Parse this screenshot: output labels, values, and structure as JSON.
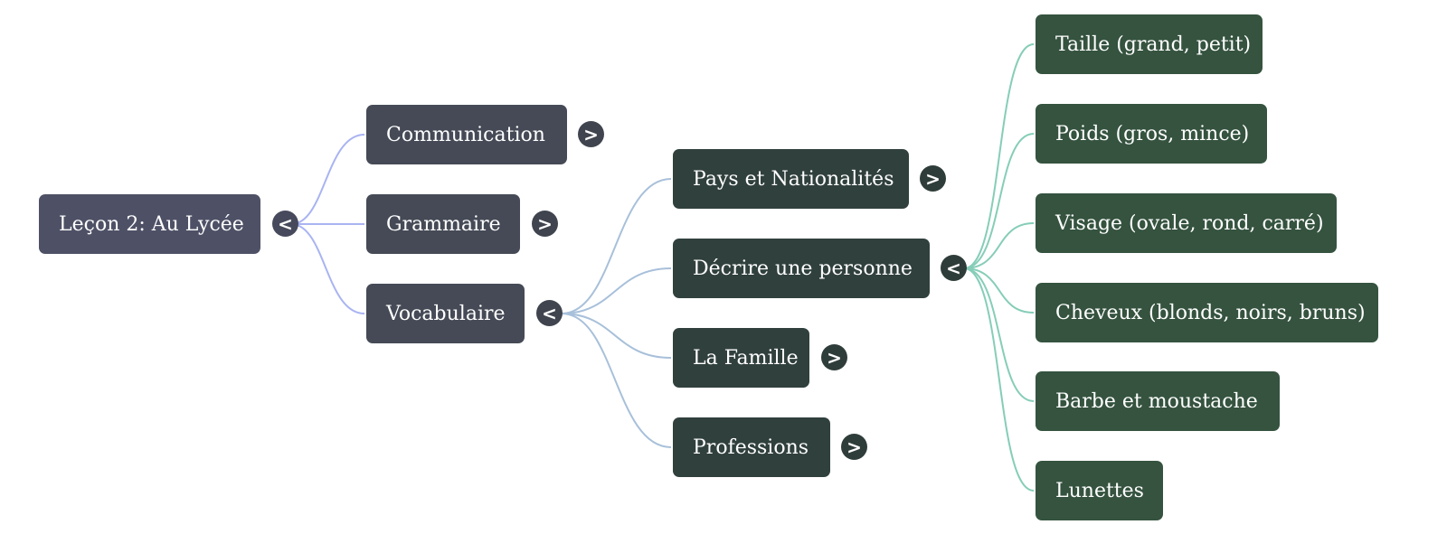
{
  "mindmap": {
    "root": {
      "label": "Leçon 2: Au Lycée",
      "toggle": "<",
      "children": [
        {
          "label": "Communication",
          "toggle": ">"
        },
        {
          "label": "Grammaire",
          "toggle": ">"
        },
        {
          "label": "Vocabulaire",
          "toggle": "<",
          "children": [
            {
              "label": "Pays et Nationalités",
              "toggle": ">"
            },
            {
              "label": "Décrire une personne",
              "toggle": "<",
              "children": [
                {
                  "label": "Taille (grand, petit)"
                },
                {
                  "label": "Poids (gros, mince)"
                },
                {
                  "label": "Visage (ovale, rond, carré)"
                },
                {
                  "label": "Cheveux (blonds, noirs, bruns)"
                },
                {
                  "label": "Barbe et moustache"
                },
                {
                  "label": "Lunettes"
                }
              ]
            },
            {
              "label": "La Famille",
              "toggle": ">"
            },
            {
              "label": "Professions",
              "toggle": ">"
            }
          ]
        }
      ]
    }
  },
  "colors": {
    "root_node": "#4e5166",
    "level1_node": "#454a56",
    "level2_node": "#30403d",
    "level3_node": "#35533f",
    "link_root": "#a9b4f2",
    "link_vocab": "#a8c0da",
    "link_personne": "#86cdb8"
  }
}
